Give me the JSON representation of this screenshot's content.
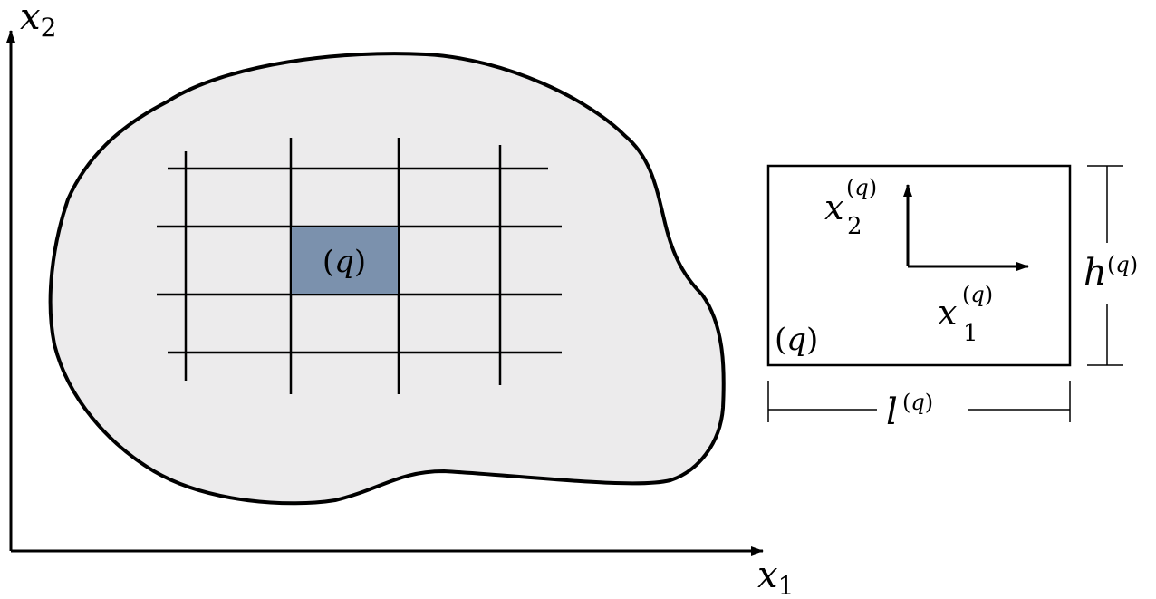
{
  "global_axes": {
    "x_axis": {
      "symbol": "x",
      "index": "1"
    },
    "y_axis": {
      "symbol": "x",
      "index": "2"
    }
  },
  "domain": {
    "grid": {
      "rows": 4,
      "cols": 4
    },
    "highlighted_cell": {
      "row": 1,
      "col": 1,
      "open": "(",
      "label": "q",
      "close": ")"
    }
  },
  "subcell": {
    "label": {
      "open": "(",
      "symbol": "q",
      "close": ")"
    },
    "local_x1": {
      "symbol": "x",
      "index": "1",
      "sup_open": "(",
      "sup": "q",
      "sup_close": ")"
    },
    "local_x2": {
      "symbol": "x",
      "index": "2",
      "sup_open": "(",
      "sup": "q",
      "sup_close": ")"
    },
    "width": {
      "symbol": "l",
      "sup_open": "(",
      "sup": "q",
      "sup_close": ")"
    },
    "height": {
      "symbol": "h",
      "sup_open": "(",
      "sup": "q",
      "sup_close": ")"
    }
  },
  "colors": {
    "blob_fill": "#ecebec",
    "cell_fill": "#7b91ad",
    "stroke": "#000000"
  }
}
